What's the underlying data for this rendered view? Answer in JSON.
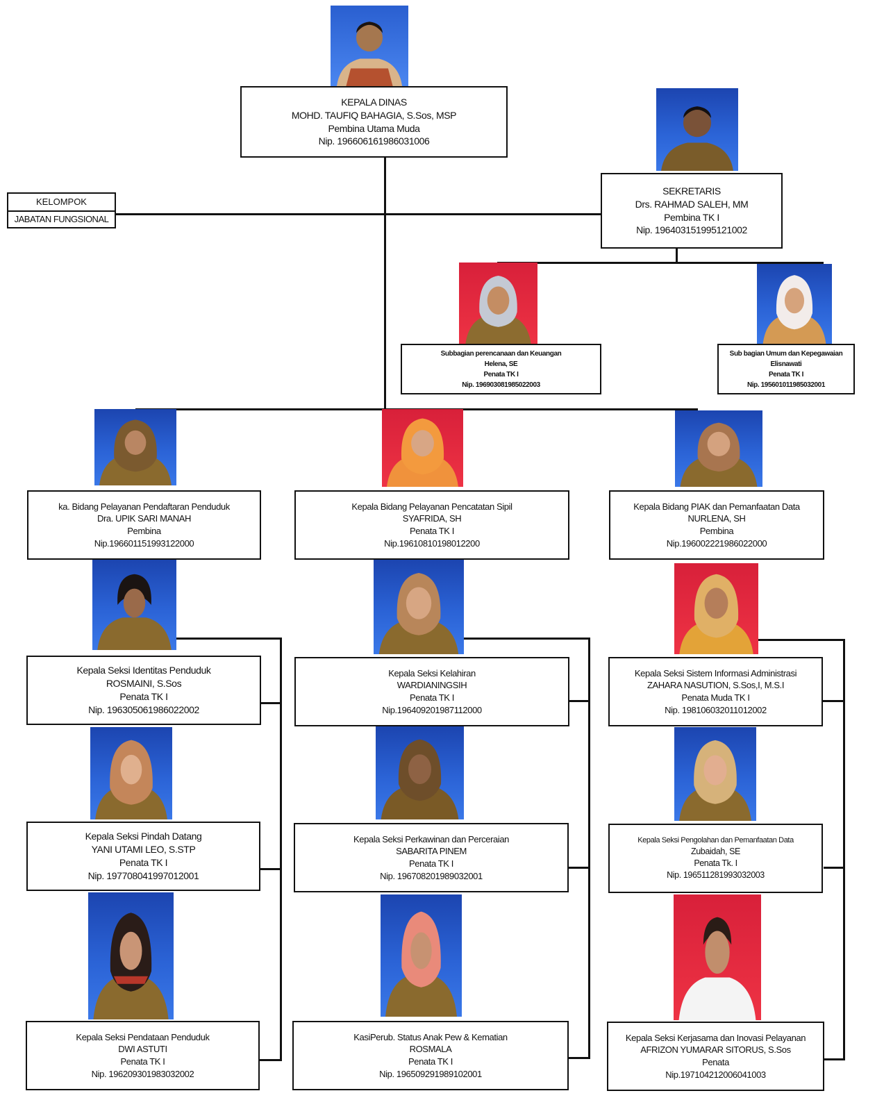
{
  "colors": {
    "line": "#111111",
    "photo_bg_blue": "#2b63d6",
    "photo_bg_red": "#e62a3e",
    "uniform": "#8a6a2e"
  },
  "head": {
    "title": "KEPALA DINAS",
    "name": "MOHD. TAUFIQ BAHAGIA, S.Sos, MSP",
    "rank": "Pembina Utama Muda",
    "nip": "Nip. 196606161986031006"
  },
  "functional_group": {
    "line1": "KELOMPOK",
    "line2": "JABATAN FUNGSIONAL"
  },
  "secretary": {
    "title": "SEKRETARIS",
    "name": "Drs. RAHMAD SALEH, MM",
    "rank": "Pembina TK I",
    "nip": "Nip. 196403151995121002"
  },
  "sub_finance": {
    "title": "Subbagian perencanaan dan Keuangan",
    "name": "Helena, SE",
    "rank": "Penata TK I",
    "nip": "Nip. 196903081985022003"
  },
  "sub_general": {
    "title": "Sub bagian Umum dan Kepegawaian",
    "name": "Elisnawati",
    "rank": "Penata TK I",
    "nip": "Nip. 195601011985032001"
  },
  "divisions": [
    {
      "title": "ka. Bidang Pelayanan Pendaftaran Penduduk",
      "name": "Dra. UPIK SARI MANAH",
      "rank": "Pembina",
      "nip": "Nip.196601151993122000"
    },
    {
      "title": "Kepala Bidang Pelayanan Pencatatan Sipil",
      "name": "SYAFRIDA, SH",
      "rank": "Penata TK I",
      "nip": "Nip.19610810198012200"
    },
    {
      "title": "Kepala Bidang PIAK dan Pemanfaatan Data",
      "name": "NURLENA, SH",
      "rank": "Pembina",
      "nip": "Nip.196002221986022000"
    }
  ],
  "sections": [
    [
      {
        "title": "Kepala Seksi Identitas Penduduk",
        "name": "ROSMAINI, S.Sos",
        "rank": "Penata TK I",
        "nip": "Nip. 196305061986022002"
      },
      {
        "title": "Kepala Seksi Pindah Datang",
        "name": "YANI UTAMI LEO, S.STP",
        "rank": "Penata TK I",
        "nip": "Nip. 197708041997012001"
      },
      {
        "title": "Kepala Seksi Pendataan Penduduk",
        "name": "DWI ASTUTI",
        "rank": "Penata TK I",
        "nip": "Nip. 196209301983032002"
      }
    ],
    [
      {
        "title": "Kepala Seksi Kelahiran",
        "name": "WARDIANINGSIH",
        "rank": "Penata TK I",
        "nip": "Nip.196409201987112000"
      },
      {
        "title": "Kepala Seksi Perkawinan dan Perceraian",
        "name": "SABARITA PINEM",
        "rank": "Penata TK I",
        "nip": "Nip. 196708201989032001"
      },
      {
        "title": "KasiPerub. Status Anak Pew & Kematian",
        "name": "ROSMALA",
        "rank": "Penata TK I",
        "nip": "Nip. 196509291989102001"
      }
    ],
    [
      {
        "title": "Kepala Seksi Sistem Informasi Administrasi",
        "name": "ZAHARA NASUTION, S.Sos,I, M.S.I",
        "rank": "Penata Muda TK I",
        "nip": "Nip. 198106032011012002"
      },
      {
        "title": "Kepala Seksi Pengolahan dan Pemanfaatan Data",
        "name": "Zubaidah, SE",
        "rank": "Penata Tk. I",
        "nip": "Nip. 196511281993032003"
      },
      {
        "title": "Kepala Seksi Kerjasama dan Inovasi Pelayanan",
        "name": "AFRIZON YUMARAR SITORUS, S.Sos",
        "rank": "Penata",
        "nip": "Nip.197104212006041003"
      }
    ]
  ]
}
